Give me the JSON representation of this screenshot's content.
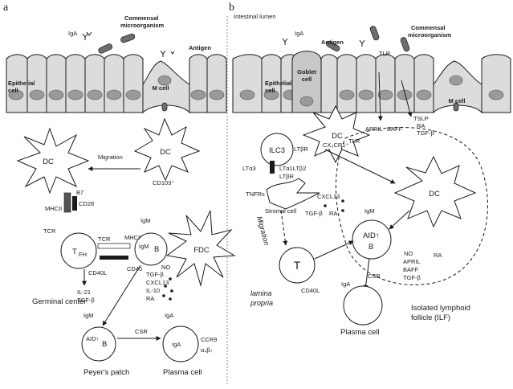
{
  "panels": {
    "a": "a",
    "b": "b"
  },
  "top": {
    "iga_a": "IgA",
    "commensal_a_1": "Commensal",
    "commensal_a_2": "microorganism",
    "antigen_a": "Antigen",
    "lumen": "Intestinal lumen",
    "iga_b": "IgA",
    "antigen_b": "Antigen",
    "commensal_b_1": "Commensal",
    "commensal_b_2": "microorganism",
    "tlr_top": "TLR"
  },
  "cells_a": {
    "epithelial_1": "Epithelial",
    "epithelial_2": "cell",
    "m_cell": "M cell",
    "dc": "DC",
    "dc2": "DC",
    "cd103": "CD103⁺",
    "migration": "Migration",
    "b7": "B7",
    "mhcii_1": "MHCII",
    "cd28": "CD28",
    "tcr_1": "TCR",
    "tcr_2": "TCR",
    "mhcii_2": "MHCII",
    "igm_1": "IgM",
    "igm_in_b": "IgM",
    "b_1": "B",
    "tfh": "T",
    "tfh_sub": "FH",
    "cd40l": "CD40L",
    "cd40": "CD40",
    "no": "NO",
    "il21": "IL-21",
    "tgfb_1": "TGF-β",
    "fdc": "FDC",
    "fdc_tgfb": "TGF-β",
    "fdc_cxcl13": "CXCL13",
    "fdc_il10": "IL-10",
    "fdc_ra": "RA",
    "germinal": "Germinal center",
    "igm_2": "IgM",
    "aid": "AID↑",
    "b_2": "B",
    "csr": "CSR",
    "iga_cell": "IgA",
    "iga_small": "IgA",
    "ccr9": "CCR9",
    "a4b7": "α₄β₇",
    "peyers": "Peyer's patch",
    "plasma": "Plasma cell"
  },
  "cells_b": {
    "epithelial_1": "Epithelial",
    "epithelial_2": "cell",
    "goblet_1": "Goblet",
    "goblet_2": "cell",
    "m_cell": "M cell",
    "dc_top": "DC",
    "cx3cr1": "CX₃CR1⁺",
    "ilc3": "ILC3",
    "ltbr_1": "LTβR",
    "lta1b2": "LTα1LTβ2",
    "ltbr_2": "LTβR",
    "lta3": "LTα3",
    "tnfrs": "TNFRs",
    "stromal": "Stromal cell",
    "cxcl13": "CXCL13",
    "tgfb_s": "TGF-β",
    "ra_s": "RA",
    "tlr": "TLR",
    "april": "APRIL",
    "baff": "BAFF",
    "tslp": "TSLP",
    "ra_top": "RA",
    "tgfb_top": "TGF-β",
    "dc_big": "DC",
    "igm": "IgM",
    "aid": "AID↑",
    "b": "B",
    "no": "NO",
    "april_2": "APRIL",
    "baff_2": "BAFF",
    "tgfb_2": "TGF-β",
    "ra_2": "RA",
    "migration": "Migration",
    "t": "T",
    "cd40l": "CD40L",
    "lamina_1": "lamina",
    "lamina_2": "propria",
    "csr": "CSR",
    "iga": "IgA",
    "plasma": "Plasma cell",
    "ilf_1": "Isolated lymphoid",
    "ilf_2": "follicle (ILF)"
  }
}
